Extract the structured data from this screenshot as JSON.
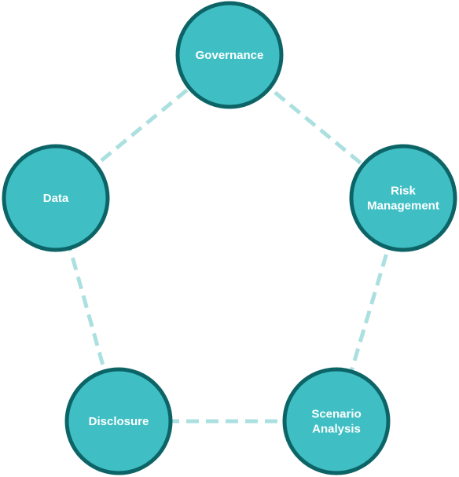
{
  "diagram": {
    "nodes": [
      {
        "id": "governance",
        "lines": [
          "Governance"
        ]
      },
      {
        "id": "risk-management",
        "lines": [
          "Risk",
          "Management"
        ]
      },
      {
        "id": "scenario-analysis",
        "lines": [
          "Scenario",
          "Analysis"
        ]
      },
      {
        "id": "disclosure",
        "lines": [
          "Disclosure"
        ]
      },
      {
        "id": "data",
        "lines": [
          "Data"
        ]
      }
    ],
    "edges": [
      [
        "governance",
        "risk-management"
      ],
      [
        "risk-management",
        "scenario-analysis"
      ],
      [
        "scenario-analysis",
        "disclosure"
      ],
      [
        "disclosure",
        "data"
      ],
      [
        "data",
        "governance"
      ]
    ],
    "colors": {
      "node_fill": "#3fbfc4",
      "node_border": "#0d6467",
      "connector": "#ace0e0",
      "label": "#ffffff"
    }
  }
}
